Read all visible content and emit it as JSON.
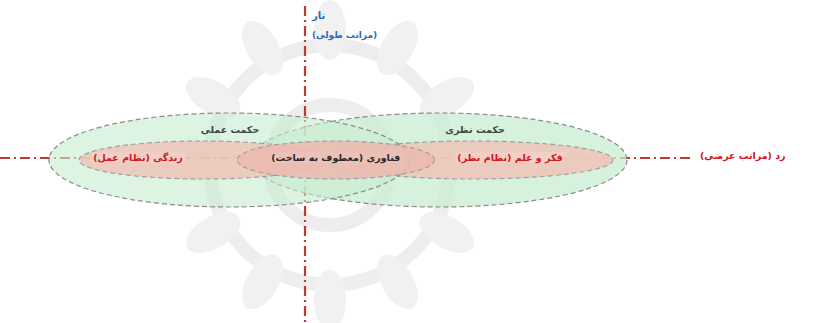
{
  "diagram": {
    "nodes": [
      {
        "text": [
          "حکمت نظری"
        ]
      },
      {
        "text": [
          "فکر و علم (نظام نظر)"
        ],
        "in": 0
      },
      {
        "text": [
          "حکمت عملی"
        ]
      },
      {
        "text": [
          "زندگی (نظام عمل)"
        ],
        "in": 2
      },
      {
        "text": [
          "فناوری (معطوف به ساخت)"
        ]
      }
    ],
    "labels": [
      "تار",
      "(مراتب طولی)",
      "رد (مراتب عرضی)"
    ]
  }
}
